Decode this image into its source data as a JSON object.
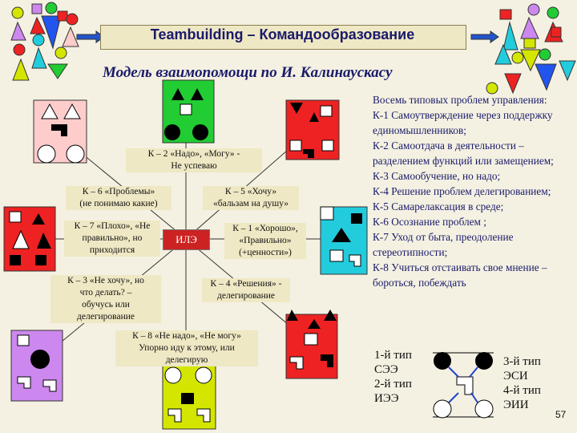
{
  "header": {
    "title": "Teambuilding – Командообразование",
    "subtitle": "Модель взаимопомощи по И. Калинаускасу"
  },
  "center_label": "ИЛЭ",
  "nodes": [
    {
      "id": "k2",
      "lines": [
        "К – 2 «Надо», «Могу» -",
        "Не успеваю"
      ]
    },
    {
      "id": "k6",
      "lines": [
        "К – 6 «Проблемы»",
        "(не понимаю какие)"
      ]
    },
    {
      "id": "k5",
      "lines": [
        "К – 5 «Хочу»",
        "«бальзам на душу»"
      ]
    },
    {
      "id": "k7",
      "lines": [
        "К – 7 «Плохо», «Не",
        "правильно», но",
        "приходится"
      ]
    },
    {
      "id": "k1",
      "lines": [
        "К – 1 «Хорошо»,",
        "«Правильно»",
        "(+ценности»)"
      ]
    },
    {
      "id": "k3",
      "lines": [
        "К – 3 «Не хочу», но",
        "что делать? –",
        "обучусь или",
        "делегирование"
      ]
    },
    {
      "id": "k4",
      "lines": [
        "К – 4 «Решения» -",
        "делегирование"
      ]
    },
    {
      "id": "k8",
      "lines": [
        "К – 8 «Не надо», «Не могу»",
        "Упорно иду к этому, или",
        "делегирую"
      ]
    }
  ],
  "problems": {
    "heading": "Восемь типовых проблем управления:",
    "items": [
      "К-1 Самоутверждение через поддержку единомышленников;",
      "К-2 Самоотдача в деятельности – разделением функций или замещением;",
      "К-3 Самообучение, но надо;",
      "К-4 Решение проблем делегированием;",
      "К-5 Самарелаксация в среде;",
      "К-6 Осознание проблем ;",
      "К-7 Уход от быта, преодоление стереотипности;",
      "К-8 Учиться отстаивать свое мнение – бороться, побеждать"
    ]
  },
  "legend": {
    "type1": "1-й тип",
    "type1_code": "СЭЭ",
    "type2": "2-й тип",
    "type2_code": "ИЭЭ",
    "type3": "3-й тип",
    "type3_code": "ЭСИ",
    "type4": "4-й тип",
    "type4_code": "ЭИИ"
  },
  "page_number": "57",
  "colors": {
    "red": "#ee2222",
    "green": "#22cc33",
    "yellow": "#d4e600",
    "cyan": "#22ccdd",
    "lilac": "#cc88ee",
    "pink": "#ffcccc",
    "navy": "#1a1a6a",
    "label_bg": "#efe8c4"
  }
}
